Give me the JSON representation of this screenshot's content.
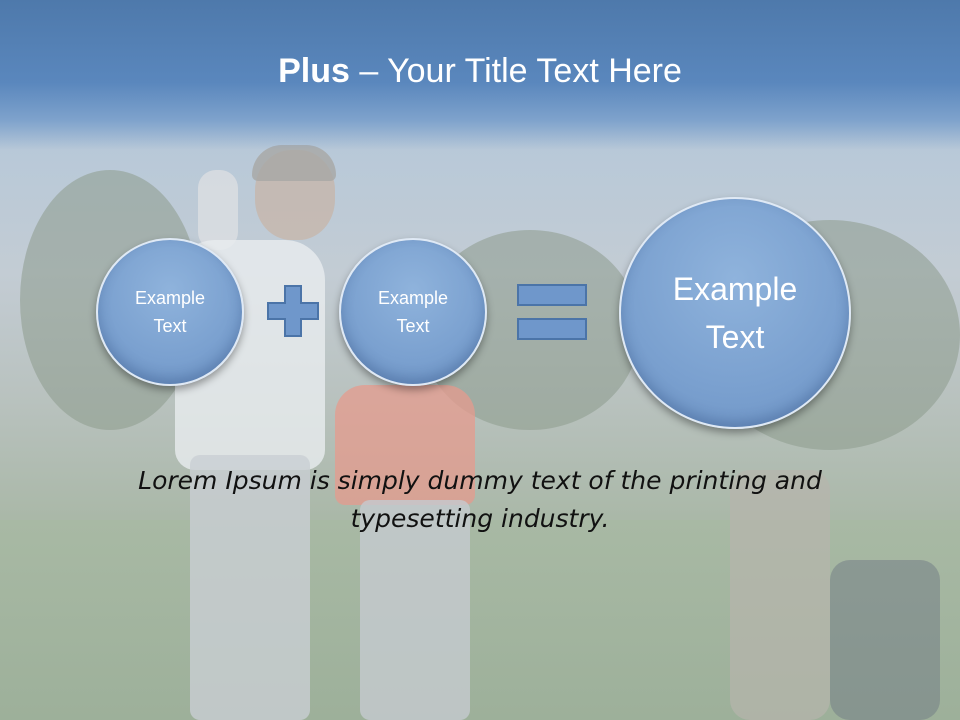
{
  "title": {
    "bold": "Plus",
    "rest": " – Your Title Text Here"
  },
  "circles": {
    "left": "Example\nText",
    "middle": "Example\nText",
    "result": "Example\nText"
  },
  "operators": {
    "plus_icon": "plus-icon",
    "equals_icon": "equals-icon"
  },
  "body": {
    "text": "Lorem Ipsum is simply dummy text of the printing and typesetting industry."
  },
  "colors": {
    "title_band": "#5a87bd",
    "circle_fill": "#7aa0cf",
    "operator_fill": "#6f97cb"
  }
}
